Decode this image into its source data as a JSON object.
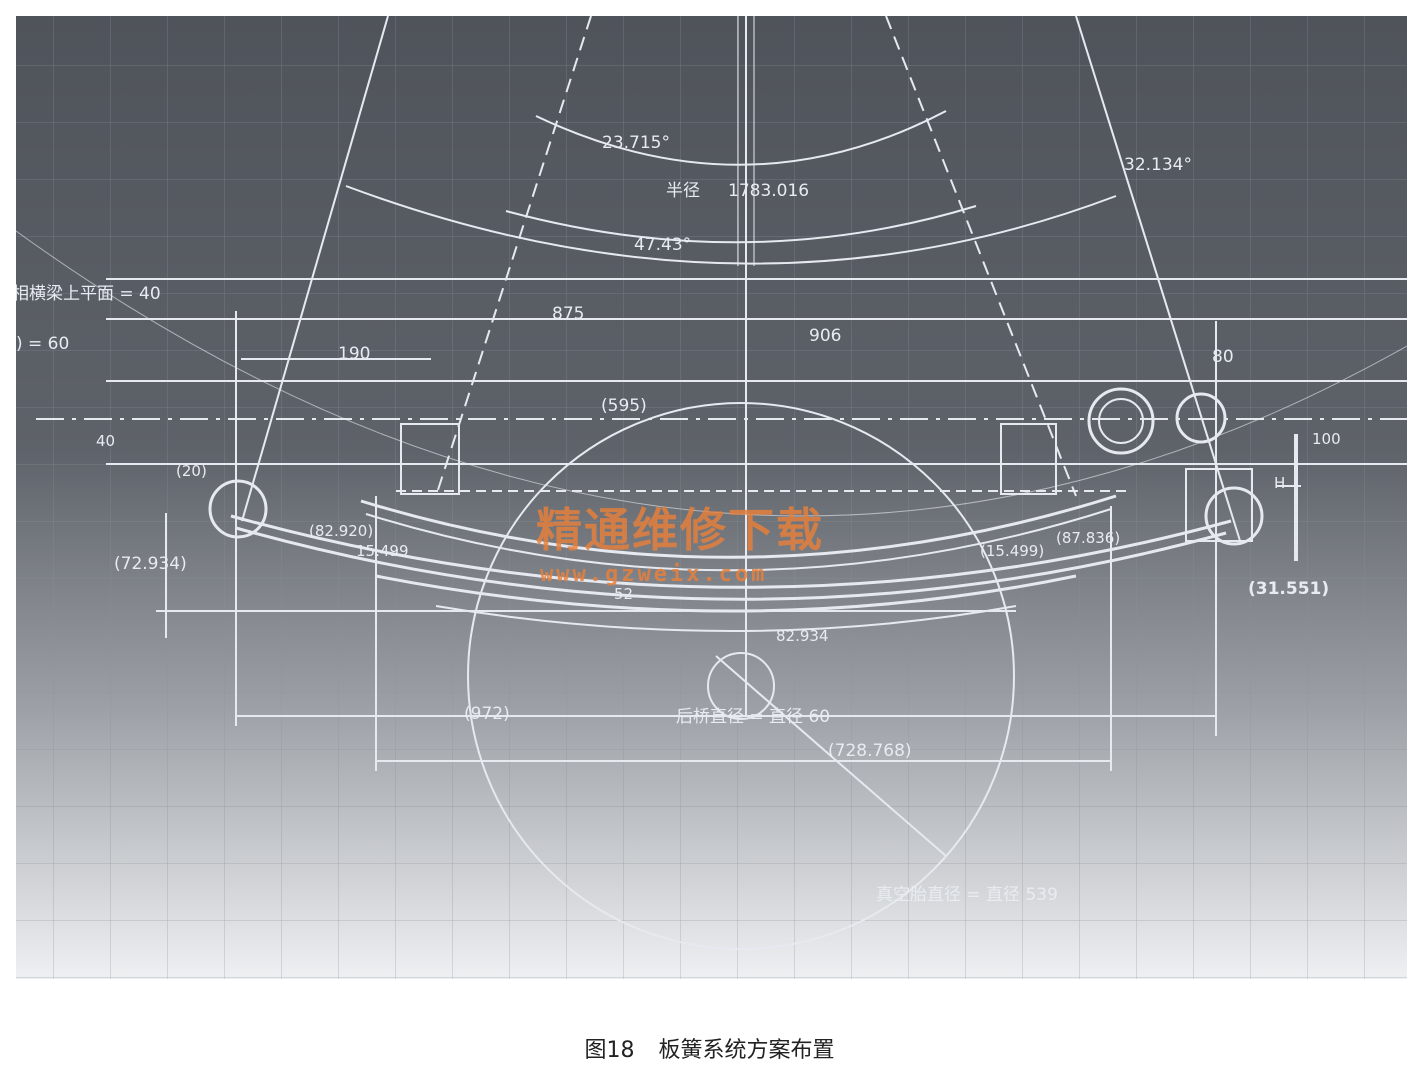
{
  "labels": {
    "angle_upper": "23.715°",
    "radius_label": "半径",
    "radius_value": "1783.016",
    "angle_right": "32.134°",
    "angle_mid": "47.43°",
    "crossbeam": "相横梁上平面 = 40",
    "left_partial": ")  = 60",
    "dim_875": "875",
    "dim_906": "906",
    "dim_190": "190",
    "dim_80": "80",
    "dim_595": "(595)",
    "dim_40": "40",
    "dim_20": "(20)",
    "dim_100": "100",
    "dim_H": "H",
    "dim_82920": "(82.920)",
    "dim_15499_l": "15.499",
    "dim_72934": "(72.934)",
    "dim_15499_r": "(15.499)",
    "dim_87836": "(87.836)",
    "dim_31551": "(31.551)",
    "dim_52": "52",
    "dim_82934": "82.934",
    "dim_972": "(972)",
    "axle_dia": "后桥直径 = 直径 60",
    "dim_728768": "(728.768)",
    "tire_dia": "真空胎直径 = 直径 539"
  },
  "watermark": {
    "cn": "精通维修下载",
    "url": "www.gzweix.com"
  },
  "caption": {
    "figure": "图18",
    "title": "板簧系统方案布置"
  },
  "colors": {
    "line": "#e6eaf0",
    "bg_top": "#5b5f66",
    "bg_bottom": "#eceef0",
    "watermark": "#e8803a"
  }
}
